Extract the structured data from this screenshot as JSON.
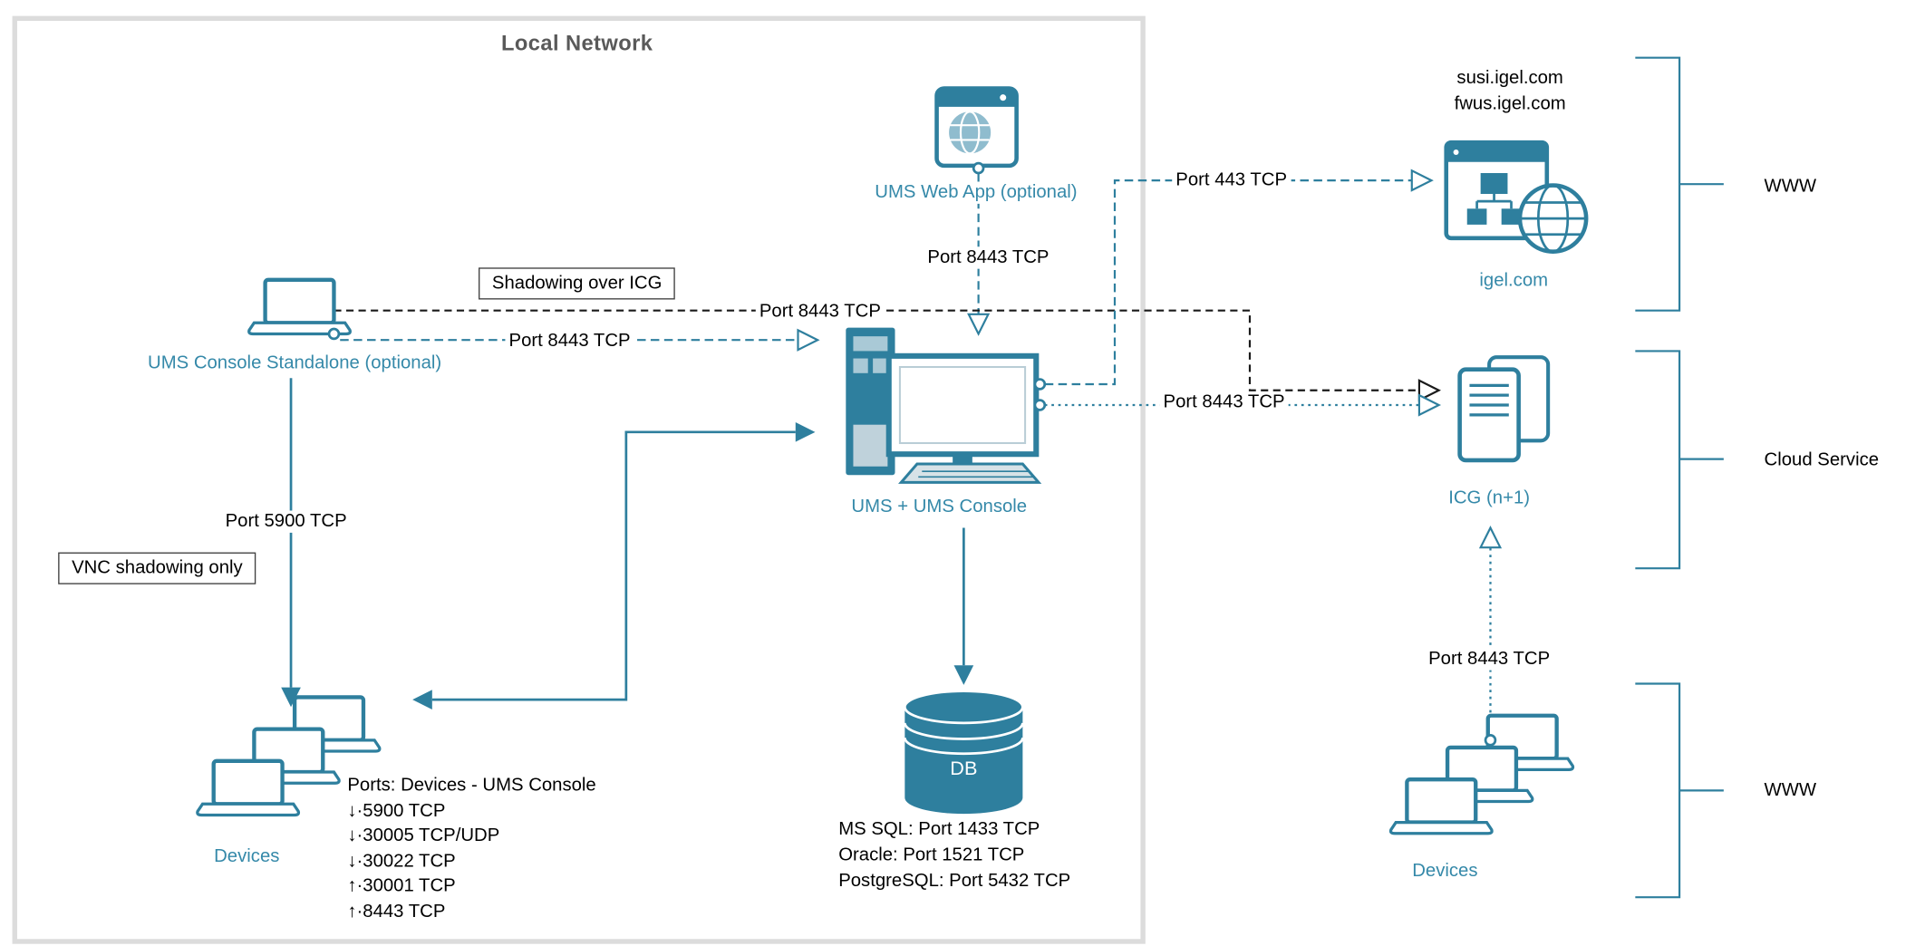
{
  "colors": {
    "teal": "#2E7F9E",
    "teal_text": "#3589A9",
    "title_gray": "#595959",
    "box_border": "#DCDCDC",
    "black": "#000000",
    "white": "#FFFFFF"
  },
  "local_network": {
    "title": "Local Network"
  },
  "nodes": {
    "ums_web_app": {
      "label": "UMS Web App (optional)",
      "icon": "browser-globe-icon"
    },
    "ums_console_standalone": {
      "label": "UMS Console Standalone (optional)",
      "icon": "laptop-icon"
    },
    "ums_ums_console": {
      "label": "UMS + UMS Console",
      "icon": "desktop-computer-icon"
    },
    "db": {
      "label": "DB",
      "icon": "database-cylinder-icon",
      "ports": [
        "MS SQL: Port 1433 TCP",
        "Oracle: Port 1521 TCP",
        "PostgreSQL: Port 5432 TCP"
      ]
    },
    "devices_local": {
      "label": "Devices",
      "icon": "laptop-stack-icon"
    },
    "devices_remote": {
      "label": "Devices",
      "icon": "laptop-stack-icon"
    },
    "igel_com": {
      "label": "igel.com",
      "icon": "website-sitemap-globe-icon",
      "domains": [
        "susi.igel.com",
        "fwus.igel.com"
      ]
    },
    "icg": {
      "label": "ICG (n+1)",
      "icon": "server-documents-icon"
    }
  },
  "edge_labels": {
    "webapp_to_ums": "Port 8443 TCP",
    "standalone_to_ums": "Port 8443 TCP",
    "shadowing_over_icg": "Shadowing over ICG",
    "shadowing_port": "Port 8443 TCP",
    "standalone_to_devices": "Port 5900 TCP",
    "vnc_note": "VNC shadowing only",
    "ums_to_igel": "Port 443 TCP",
    "ums_to_icg": "Port 8443 TCP",
    "devices_to_icg": "Port 8443 TCP"
  },
  "ports_list": {
    "title": "Ports: Devices - UMS Console",
    "items": [
      "↓·5900 TCP",
      "↓·30005 TCP/UDP",
      "↓·30022 TCP",
      "↑·30001 TCP",
      "↑·8443 TCP"
    ]
  },
  "zones": {
    "www_top": "WWW",
    "cloud_service": "Cloud Service",
    "www_bottom": "WWW"
  }
}
